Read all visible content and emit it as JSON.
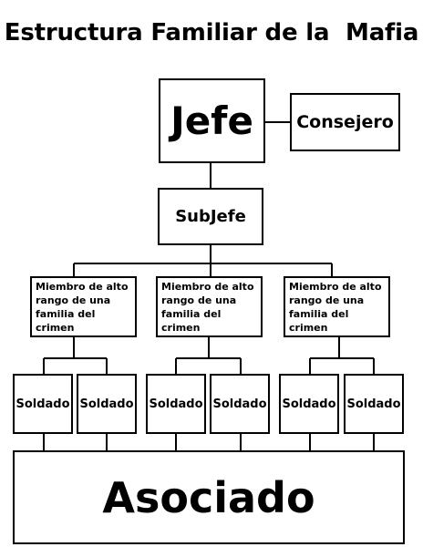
{
  "title": "Estructura Familiar de la  Mafia",
  "nodes": {
    "jefe": "Jefe",
    "consejero": "Consejero",
    "subjefe": "SubJefe",
    "miembro_1": "Miembro de alto rango de una familia del crimen",
    "miembro_2": "Miembro de alto rango de una familia del crimen",
    "miembro_3": "Miembro de alto rango de una familia del crimen",
    "soldado_1": "Soldado",
    "soldado_2": "Soldado",
    "soldado_3": "Soldado",
    "soldado_4": "Soldado",
    "soldado_5": "Soldado",
    "soldado_6": "Soldado",
    "asociado": "Asociado"
  },
  "colors": {
    "stroke": "#000000",
    "background": "#ffffff"
  }
}
